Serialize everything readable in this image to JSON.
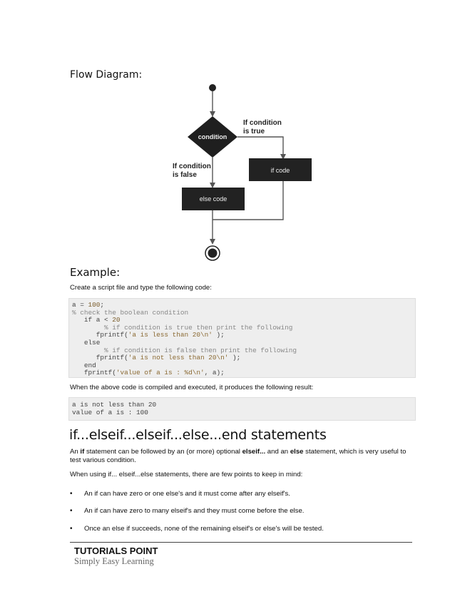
{
  "flow_heading": "Flow Diagram:",
  "diagram": {
    "condition_label": "condition",
    "true_label_line1": "If condition",
    "true_label_line2": "is true",
    "false_label_line1": "If condition",
    "false_label_line2": "is false",
    "if_code_label": "if code",
    "else_code_label": "else code"
  },
  "example_heading": "Example:",
  "example_intro": "Create a script file and type the following code:",
  "code_lines": [
    "a = 100;",
    "% check the boolean condition",
    "   if a < 20",
    "        % if condition is true then print the following",
    "      fprintf('a is less than 20\\n' );",
    "   else",
    "        % if condition is false then print the following",
    "      fprintf('a is not less than 20\\n' );",
    "   end",
    "   fprintf('value of a is : %d\\n', a);"
  ],
  "result_intro": "When the above code is compiled and executed, it produces the following result:",
  "output_lines": [
    "a is not less than 20",
    "value of a is : 100"
  ],
  "section_title": "if...elseif...elseif...else...end statements",
  "para1_a": "An ",
  "para1_if": "if",
  "para1_b": " statement can be followed by an (or more) optional ",
  "para1_elseif": "elseif...",
  "para1_c": " and an ",
  "para1_else": "else",
  "para1_d": " statement, which is very useful to",
  "para1_line2": "test various condition.",
  "para2": "When using if... elseif...else statements, there are few points to keep in mind:",
  "bullets": [
    "An if can have zero or one else's and it must come after any elseif's.",
    "An if can have zero to many elseif's and they must come before the else.",
    "Once an else if succeeds, none of the remaining elseif's or else's will be tested."
  ],
  "footer": {
    "title": "TUTORIALS POINT",
    "subtitle": "Simply Easy Learning"
  }
}
